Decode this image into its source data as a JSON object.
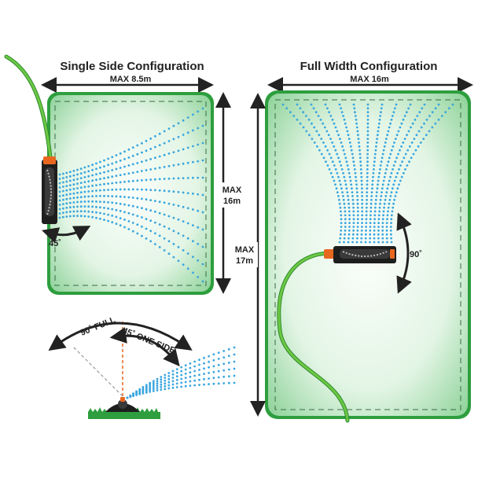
{
  "left_panel": {
    "title": "Single Side Configuration",
    "width_label": "MAX 8.5m",
    "height_label_line1": "MAX",
    "height_label_line2": "16m",
    "angle_label": "45˚"
  },
  "right_panel": {
    "title": "Full Width Configuration",
    "width_label": "MAX 16m",
    "height_label_line1": "MAX",
    "height_label_line2": "17m",
    "angle_label": "90˚"
  },
  "side_diagram": {
    "full_label": "90˚ FULL",
    "one_side_label": "45˚ ONE SIDE"
  },
  "colors": {
    "grass": "#2e9e3e",
    "lawn_center": "#f4fbf4",
    "lawn_edge": "#8fd39a",
    "water": "#3aa6de",
    "hose": "#5cb83a",
    "accent": "#e8671f",
    "arrow": "#222222"
  }
}
